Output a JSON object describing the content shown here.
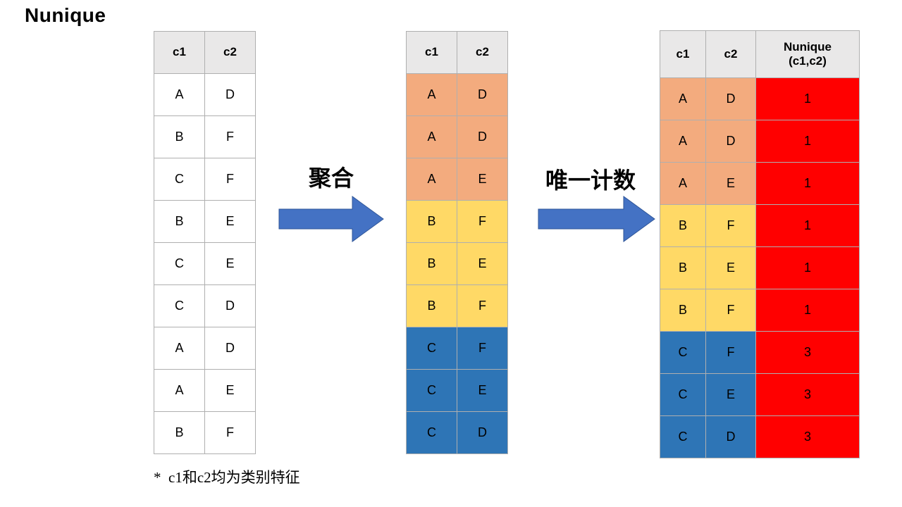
{
  "title": "Nunique",
  "footnote": "*  c1和c2均为类别特征",
  "arrows": [
    {
      "label": "聚合"
    },
    {
      "label": "唯一计数"
    }
  ],
  "colors": {
    "group_orange": "#F3AB7E",
    "group_yellow": "#FFD966",
    "group_blue": "#2E75B6",
    "highlight_red": "#FF0000",
    "arrow_blue": "#4472C4",
    "header_gray": "#E9E8E8",
    "grid_border": "#AFAFAF"
  },
  "source_table": {
    "headers": [
      "c1",
      "c2"
    ],
    "rows": [
      [
        "A",
        "D"
      ],
      [
        "B",
        "F"
      ],
      [
        "C",
        "F"
      ],
      [
        "B",
        "E"
      ],
      [
        "C",
        "E"
      ],
      [
        "C",
        "D"
      ],
      [
        "A",
        "D"
      ],
      [
        "A",
        "E"
      ],
      [
        "B",
        "F"
      ]
    ]
  },
  "grouped_table": {
    "headers": [
      "c1",
      "c2"
    ],
    "row_groups": [
      "orange",
      "orange",
      "orange",
      "yellow",
      "yellow",
      "yellow",
      "blue",
      "blue",
      "blue"
    ],
    "rows": [
      [
        "A",
        "D"
      ],
      [
        "A",
        "D"
      ],
      [
        "A",
        "E"
      ],
      [
        "B",
        "F"
      ],
      [
        "B",
        "E"
      ],
      [
        "B",
        "F"
      ],
      [
        "C",
        "F"
      ],
      [
        "C",
        "E"
      ],
      [
        "C",
        "D"
      ]
    ]
  },
  "result_table": {
    "headers": [
      "c1",
      "c2",
      "Nunique\n(c1,c2)"
    ],
    "highlight_col": 2,
    "row_groups": [
      "orange",
      "orange",
      "orange",
      "yellow",
      "yellow",
      "yellow",
      "blue",
      "blue",
      "blue"
    ],
    "rows": [
      [
        "A",
        "D",
        "1"
      ],
      [
        "A",
        "D",
        "1"
      ],
      [
        "A",
        "E",
        "1"
      ],
      [
        "B",
        "F",
        "1"
      ],
      [
        "B",
        "E",
        "1"
      ],
      [
        "B",
        "F",
        "1"
      ],
      [
        "C",
        "F",
        "3"
      ],
      [
        "C",
        "E",
        "3"
      ],
      [
        "C",
        "D",
        "3"
      ]
    ]
  }
}
